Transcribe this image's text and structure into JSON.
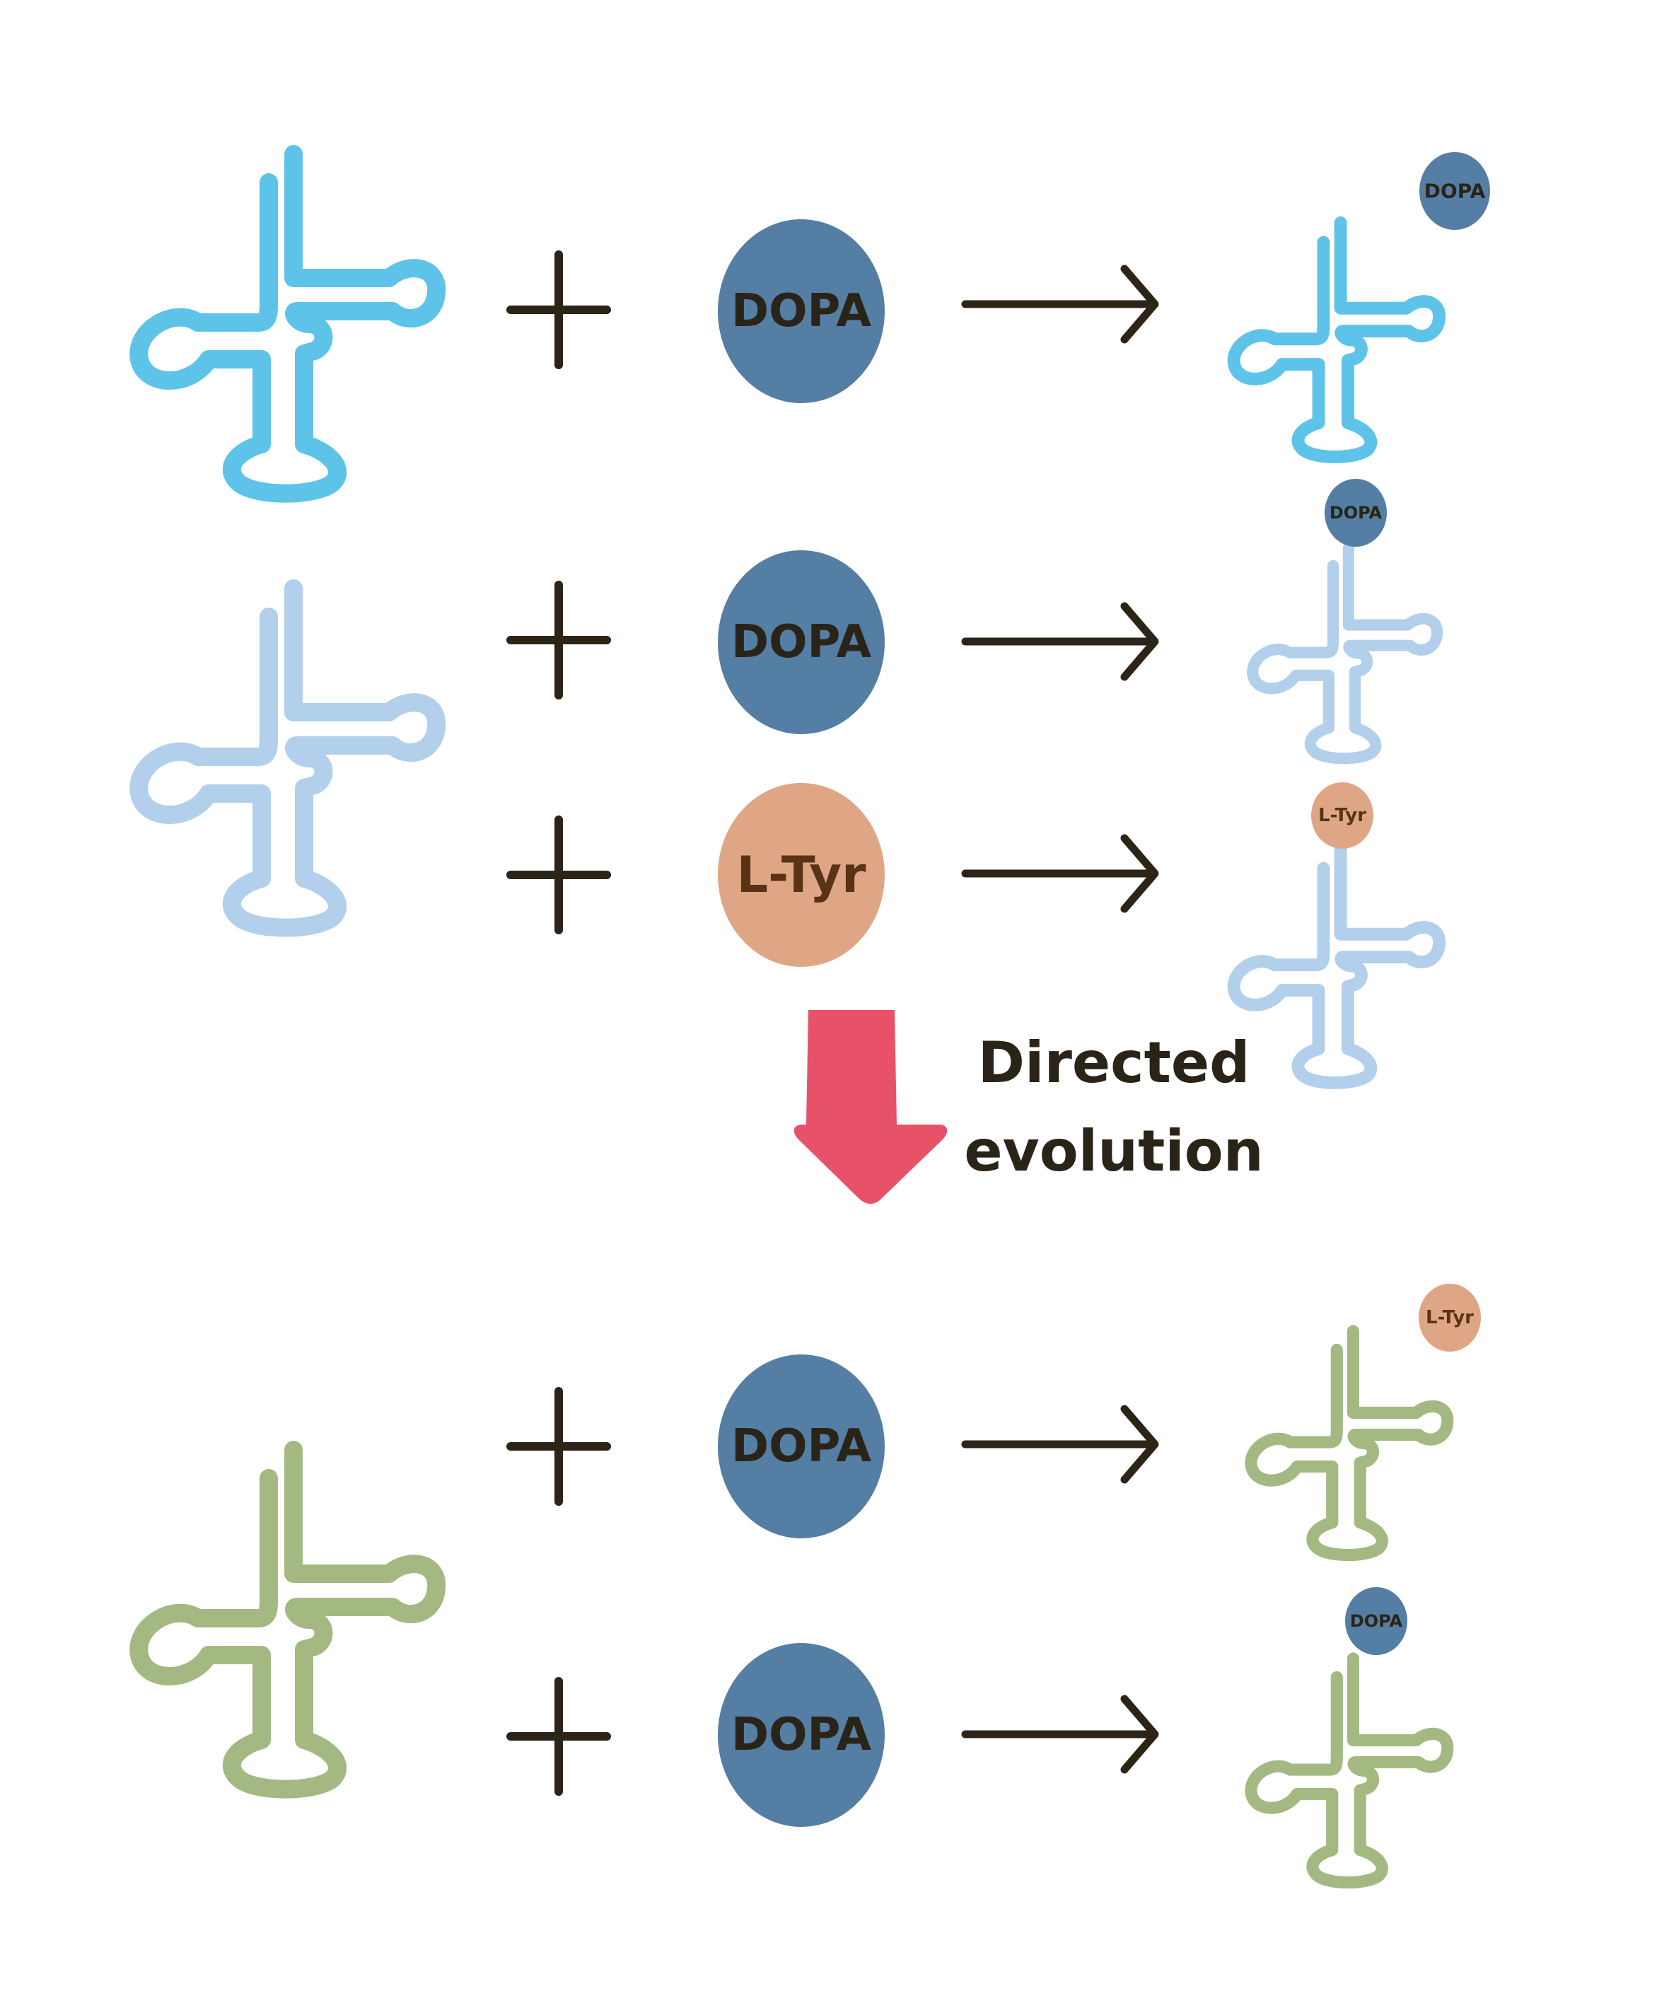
{
  "colors": {
    "trna_wild": "#5ec3e8",
    "trna_intermediate": "#b2cfec",
    "trna_evolved": "#a4b981",
    "dopa": "#547ea3",
    "ltyr": "#dfa686",
    "ink": "#2d2418",
    "evolution_arrow": "#e75268"
  },
  "icons": {
    "trna": "trna-cloverleaf-icon",
    "plus": "plus-icon",
    "arrow": "right-arrow-icon",
    "down_arrow": "down-arrow-icon"
  },
  "substrates": {
    "dopa": "DOPA",
    "ltyr": "L-Tyr"
  },
  "caption": {
    "line1": "Directed",
    "line2": "evolution"
  },
  "groups": [
    {
      "trna_color": "wild",
      "reactions": [
        {
          "substrate": "dopa",
          "product_trna_color": "wild",
          "product_ball": "dopa"
        }
      ]
    },
    {
      "trna_color": "intermediate",
      "reactions": [
        {
          "substrate": "dopa",
          "product_trna_color": "intermediate",
          "product_ball": "dopa"
        },
        {
          "substrate": "ltyr",
          "product_trna_color": "intermediate",
          "product_ball": "ltyr"
        }
      ]
    },
    {
      "trna_color": "evolved",
      "reactions": [
        {
          "substrate": "dopa",
          "product_trna_color": "evolved",
          "product_ball": "ltyr"
        },
        {
          "substrate": "dopa",
          "product_trna_color": "evolved",
          "product_ball": "dopa"
        }
      ]
    }
  ]
}
